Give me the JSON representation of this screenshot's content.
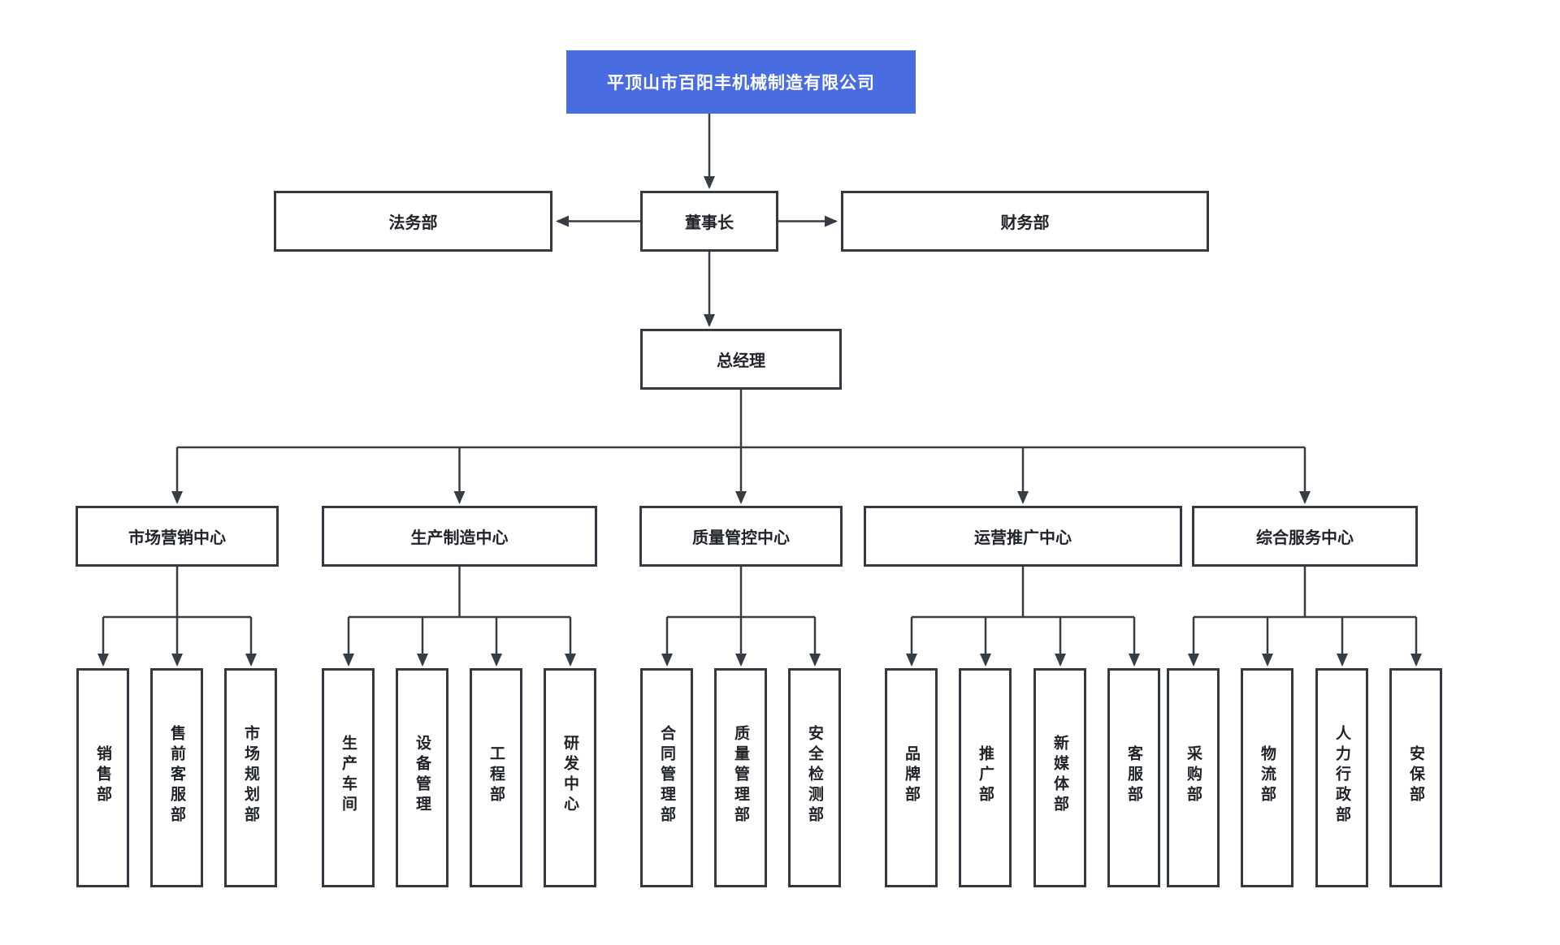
{
  "diagram": {
    "root": "平顶山市百阳丰机械制造有限公司",
    "executive_row": {
      "legal": "法务部",
      "chairman": "董事长",
      "finance": "财务部"
    },
    "general_manager": "总经理",
    "centers": [
      {
        "label": "市场营销中心",
        "departments": [
          "销售部",
          "售前客服部",
          "市场规划部"
        ]
      },
      {
        "label": "生产制造中心",
        "departments": [
          "生产车间",
          "设备管理",
          "工程部",
          "研发中心"
        ]
      },
      {
        "label": "质量管控中心",
        "departments": [
          "合同管理部",
          "质量管理部",
          "安全检测部"
        ]
      },
      {
        "label": "运营推广中心",
        "departments": [
          "品牌部",
          "推广部",
          "新媒体部",
          "客服部"
        ]
      },
      {
        "label": "综合服务中心",
        "departments": [
          "采购部",
          "物流部",
          "人力行政部",
          "安保部"
        ]
      }
    ],
    "colors": {
      "root_bg": "#4a6ce1",
      "root_text": "#ffffff",
      "node_border": "#333a42",
      "connector": "#363d45",
      "text": "#20242a",
      "background": "#ffffff"
    }
  }
}
